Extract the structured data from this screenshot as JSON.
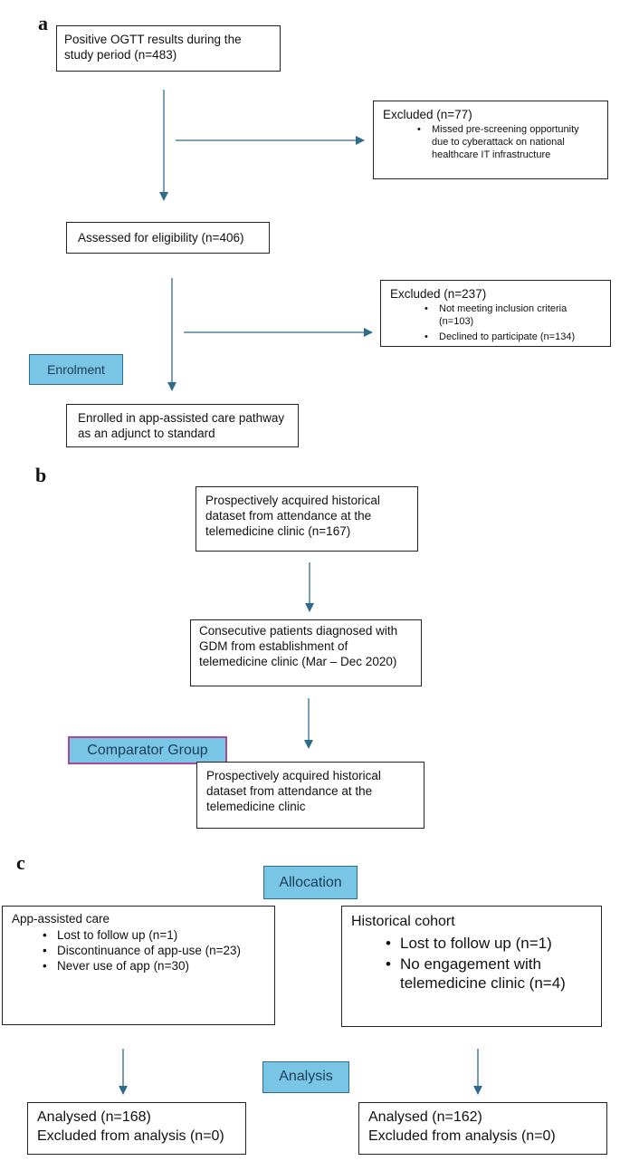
{
  "panels": {
    "a": "a",
    "b": "b",
    "c": "c"
  },
  "a": {
    "box1": "Positive OGTT results during the study period (n=483)",
    "excl1_title": "Excluded (n=77)",
    "excl1_items": [
      "Missed pre-screening opportunity due to cyberattack on national healthcare IT infrastructure"
    ],
    "box2": "Assessed for eligibility (n=406)",
    "excl2_title": "Excluded (n=237)",
    "excl2_items": [
      "Not meeting inclusion criteria (n=103)",
      "Declined to participate (n=134)"
    ],
    "label": "Enrolment",
    "box3": "Enrolled in app-assisted care pathway as an adjunct to standard"
  },
  "b": {
    "box1": "Prospectively acquired historical dataset from attendance at the telemedicine clinic (n=167)",
    "box2": "Consecutive patients diagnosed with GDM from establishment of telemedicine clinic (Mar – Dec 2020)",
    "label": "Comparator Group",
    "box3": "Prospectively acquired historical dataset from attendance at the telemedicine clinic"
  },
  "c": {
    "allocation": "Allocation",
    "left_title": "App-assisted care",
    "left_items": [
      "Lost to follow up (n=1)",
      "Discontinuance of app-use (n=23)",
      "Never use of app (n=30)"
    ],
    "right_title": "Historical cohort",
    "right_items": [
      "Lost to follow up (n=1)",
      "No engagement with telemedicine clinic (n=4)"
    ],
    "analysis": "Analysis",
    "left_analysed": "Analysed (n=168)",
    "left_excluded": "Excluded from analysis (n=0)",
    "right_analysed": "Analysed (n=162)",
    "right_excluded": "Excluded from analysis (n=0)"
  },
  "colors": {
    "arrow": "#2f6b8a",
    "label_fill": "#78c5e6",
    "label_border_purple": "#a64a9b"
  }
}
